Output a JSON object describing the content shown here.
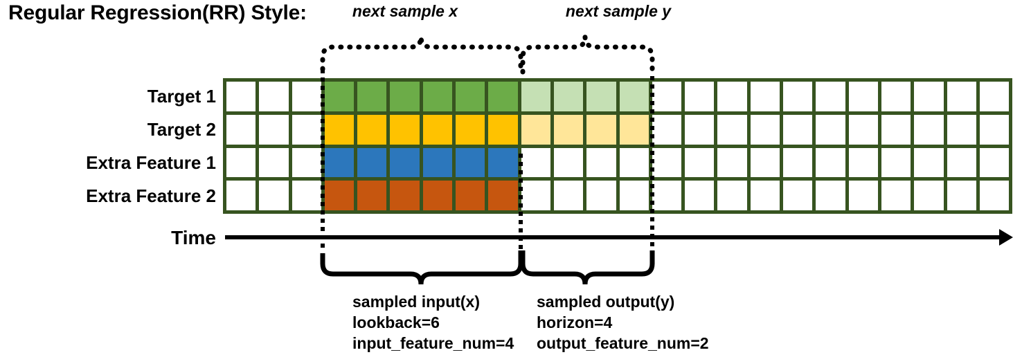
{
  "title": "Regular Regression(RR) Style:",
  "axis": {
    "label": "Time",
    "icon": "arrow-right-icon"
  },
  "rows": [
    {
      "label": "Target 1",
      "color": "#6CAC48",
      "light_color": "#C5E0B4"
    },
    {
      "label": "Target 2",
      "color": "#FFC200",
      "light_color": "#FFE699"
    },
    {
      "label": "Extra Feature 1",
      "color": "#2C77BC",
      "light_color": null
    },
    {
      "label": "Extra Feature 2",
      "color": "#C6560F",
      "light_color": null
    }
  ],
  "grid": {
    "columns": 24,
    "border_color": "#375420",
    "empty_color": "#FFFFFF",
    "lead_blank_columns": 3,
    "input_columns": 6,
    "output_columns": 4
  },
  "top_braces": [
    {
      "label": "next sample x"
    },
    {
      "label": "next sample y"
    }
  ],
  "bottom_braces": [
    {
      "title": "sampled input(x)",
      "line2": "lookback=6",
      "line3": "input_feature_num=4"
    },
    {
      "title": "sampled output(y)",
      "line2": "horizon=4",
      "line3": "output_feature_num=2"
    }
  ]
}
